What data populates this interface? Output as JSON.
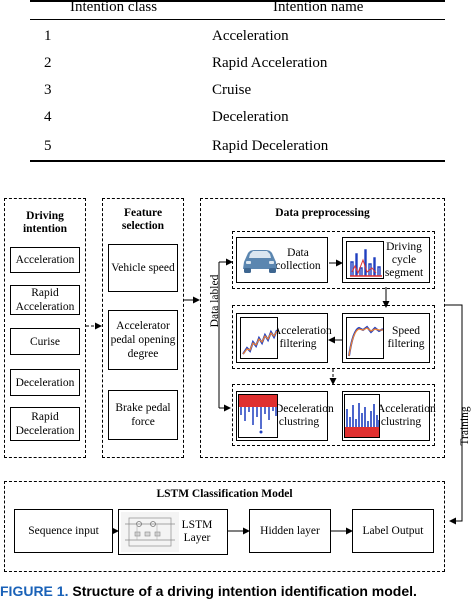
{
  "table": {
    "headers": [
      "Intention class",
      "Intention name"
    ],
    "rows": [
      [
        "1",
        "Acceleration"
      ],
      [
        "2",
        "Rapid Acceleration"
      ],
      [
        "3",
        "Cruise"
      ],
      [
        "4",
        "Deceleration"
      ],
      [
        "5",
        "Rapid Deceleration"
      ]
    ]
  },
  "diagram": {
    "driving_intention": {
      "title": "Driving intention",
      "items": [
        "Acceleration",
        "Rapid Acceleration",
        "Curise",
        "Deceleration",
        "Rapid Deceleration"
      ]
    },
    "feature_selection": {
      "title": "Feature selection",
      "items": [
        "Vehicle speed",
        "Accelerator pedal opening degree",
        "Brake pedal force"
      ]
    },
    "data_labeled": "Data labled",
    "data_preprocessing": {
      "title": "Data preprocessing",
      "data_collection": "Data collection",
      "driving_cycle_segment": "Driving cycle segment",
      "acceleration_filtering": "Acceleration filtering",
      "speed_filtering": "Speed filtering",
      "deceleration_clustring": "Deceleration clustring",
      "acceleration_clustring": "Acceleration clustring"
    },
    "training": "Training",
    "lstm_model": {
      "title": "LSTM Classification Model",
      "sequence_input": "Sequence input",
      "lstm_layer": "LSTM Layer",
      "hidden_layer": "Hidden layer",
      "label_output": "Label Output"
    }
  },
  "caption": {
    "figure_label": "FIGURE 1.",
    "text": "Structure of a driving intention identification model."
  },
  "colors": {
    "figure_label": "#1a62b8",
    "car_icon": "#5b86b0",
    "plot_blue": "#1f3fbf",
    "plot_red": "#e03030",
    "plot_orange": "#f08030"
  }
}
